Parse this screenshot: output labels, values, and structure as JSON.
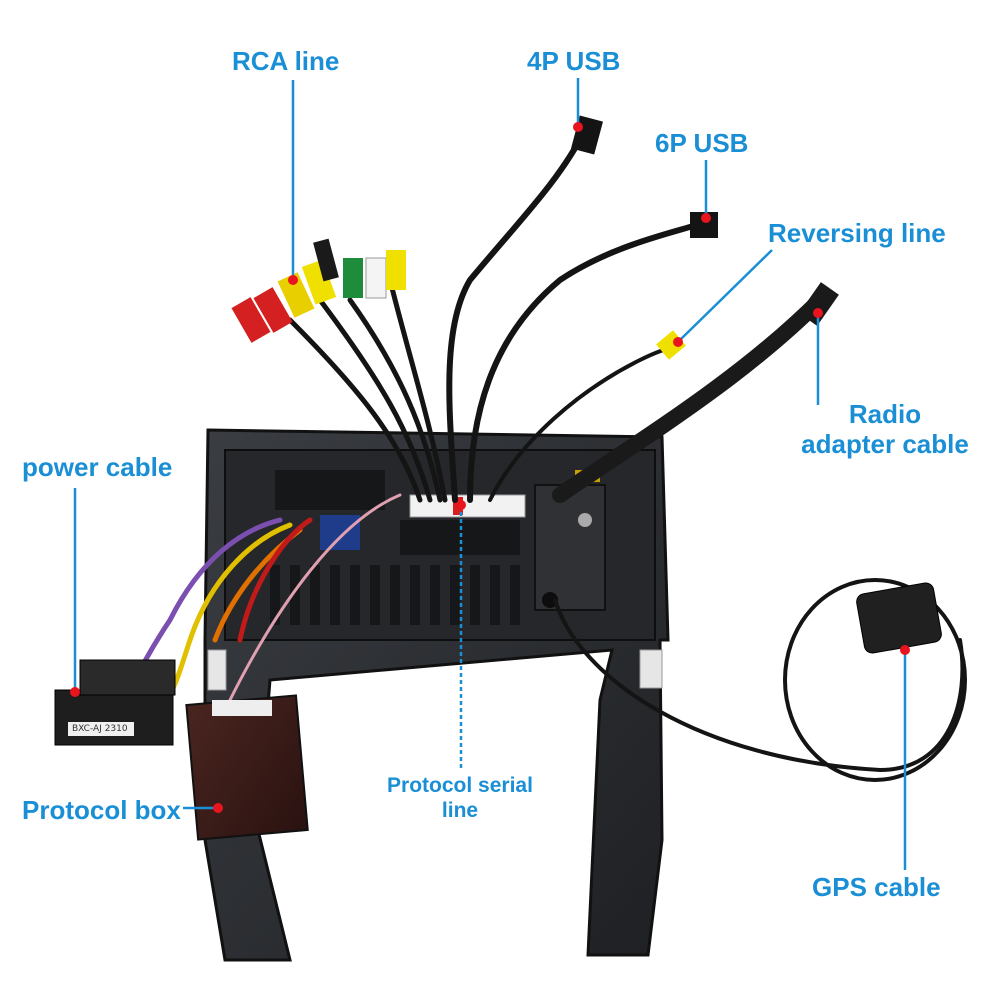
{
  "labels": {
    "rca_line": "RCA line",
    "usb_4p": "4P USB",
    "usb_6p": "6P USB",
    "reversing_line": "Reversing line",
    "radio_adapter_line1": "Radio",
    "radio_adapter_line2": "adapter cable",
    "power_cable": "power cable",
    "protocol_box": "Protocol box",
    "protocol_serial_line1": "Protocol serial",
    "protocol_serial_line2": "line",
    "gps_cable": "GPS cable"
  },
  "box_sticker_text": "BXC-AJ 2310",
  "colors": {
    "callout": "#1a8fd6",
    "marker": "#e8141e",
    "frame": "#2b2d30",
    "cable": "#141414"
  }
}
